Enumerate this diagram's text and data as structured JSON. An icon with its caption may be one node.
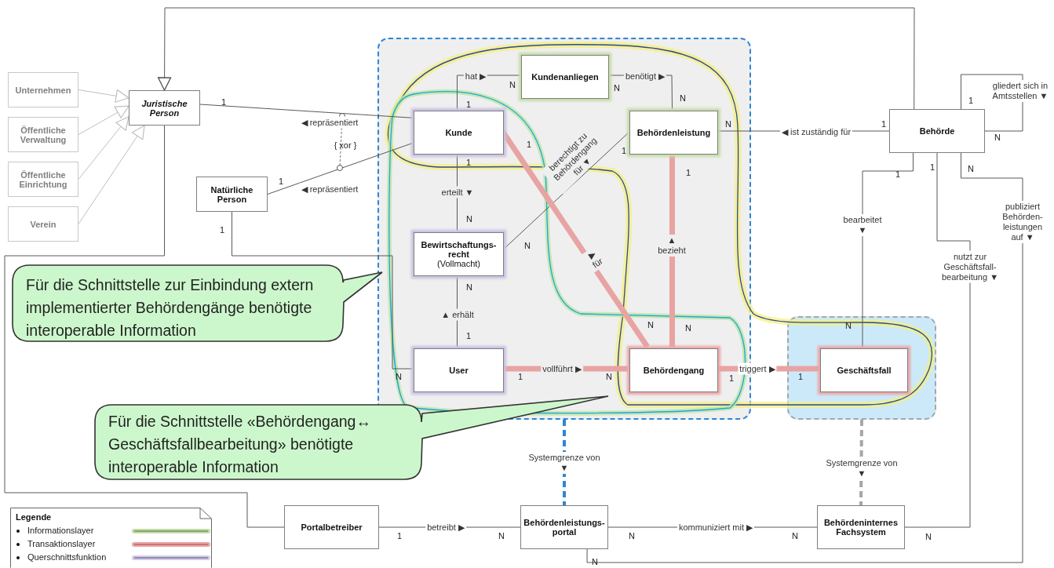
{
  "diagram": {
    "nodes": [
      {
        "text": [],
        "shape": "box"
      },
      {
        "text": [],
        "shape": "box"
      },
      {
        "text": [
          "Unternehmen"
        ]
      },
      {
        "text": [
          "Öffentliche Verwaltung"
        ]
      },
      {
        "text": [
          "Öffentliche Einrichtung"
        ]
      },
      {
        "text": [
          "Verein"
        ]
      },
      {
        "text": [
          "Juristische Person"
        ]
      },
      {
        "text": [
          "Natürliche Person"
        ]
      },
      {
        "text": [
          "Kunde"
        ],
        "in": 0
      },
      {
        "text": [
          "Kundenanliegen"
        ],
        "in": 0
      },
      {
        "text": [
          "Behördenleistung"
        ],
        "in": 0
      },
      {
        "text": [
          "Bewirtschaftungs- recht",
          "(Vollmacht)"
        ],
        "in": 0
      },
      {
        "text": [
          "User"
        ],
        "in": 0
      },
      {
        "text": [
          "Behördengang"
        ],
        "in": 0
      },
      {
        "text": [
          "Geschäftsfall"
        ],
        "in": 1
      },
      {
        "text": [
          "Behörde"
        ]
      },
      {
        "text": [
          "Portalbetreiber"
        ]
      },
      {
        "text": [
          "Behördenleistungs- portal"
        ]
      },
      {
        "text": [
          "Behördeninternes Fachsystem"
        ]
      },
      {
        "text": [
          "Für die Schnittstelle zur Einbindung extern implementierter Behördengänge benötigte interoperable Information"
        ]
      },
      {
        "text": [
          "Für die Schnittstelle «Behördengang↔ Geschäftsfallbearbeitung» benötigte interoperable Information"
        ]
      }
    ],
    "edges": [
      {
        "from": 2,
        "to": 6,
        "arrow": "to",
        "color": "#bfbfbf"
      },
      {
        "from": 3,
        "to": 6,
        "arrow": "to",
        "color": "#bfbfbf"
      },
      {
        "from": 4,
        "to": 6,
        "arrow": "to",
        "color": "#bfbfbf"
      },
      {
        "from": 5,
        "to": 6,
        "arrow": "to",
        "color": "#bfbfbf"
      },
      {
        "from": 15,
        "to": 6,
        "arrow": "to"
      },
      {
        "from": 6,
        "to": 16,
        "arrow": "none"
      },
      {
        "from": 6,
        "to": 8,
        "arrow": "none",
        "label": "◀ repräsentiert"
      },
      {
        "from": 7,
        "to": 8,
        "arrow": "none",
        "label": "◀ repräsentiert"
      },
      {
        "from": 8,
        "to": 9,
        "arrow": "none",
        "label": "hat ▶"
      },
      {
        "from": 9,
        "to": 10,
        "arrow": "none",
        "label": "benötigt ▶"
      },
      {
        "from": 10,
        "to": 15,
        "arrow": "none",
        "label": "◀ ist zuständig für"
      },
      {
        "from": 8,
        "to": 11,
        "arrow": "none",
        "label": "erteilt ▼"
      },
      {
        "from": 11,
        "to": 10,
        "arrow": "none",
        "label": "berechtigt zu Behördengang für ▼"
      },
      {
        "from": 8,
        "to": 13,
        "arrow": "none",
        "label": "▶ für",
        "style": "thick",
        "color": "#e8a3a3"
      },
      {
        "from": 10,
        "to": 13,
        "arrow": "none",
        "label": "▲ bezieht",
        "style": "thick",
        "color": "#e8a3a3"
      },
      {
        "from": 12,
        "to": 11,
        "arrow": "none",
        "label": "▲ erhält"
      },
      {
        "from": 12,
        "to": 13,
        "arrow": "none",
        "label": "vollführt ▶",
        "style": "thick",
        "color": "#e8a3a3"
      },
      {
        "from": 13,
        "to": 14,
        "arrow": "none",
        "label": "triggert ▶",
        "style": "thick",
        "color": "#e8a3a3"
      },
      {
        "from": 15,
        "to": 14,
        "arrow": "none",
        "label": "bearbeitet ▼"
      },
      {
        "from": 15,
        "to": 15,
        "arrow": "none",
        "label": "gliedert sich in Amtsstellen ▼"
      },
      {
        "from": 15,
        "to": 18,
        "arrow": "none",
        "label": "nutzt zur Geschäftsfall- bearbeitung ▼"
      },
      {
        "from": 15,
        "to": 17,
        "arrow": "none",
        "label": "publiziert Behörden- leistungen auf ▼"
      },
      {
        "from": 16,
        "to": 17,
        "arrow": "none",
        "label": "betreibt ▶"
      },
      {
        "from": 17,
        "to": 18,
        "arrow": "none",
        "label": "kommuniziert mit ▶"
      },
      {
        "from": 0,
        "to": 17,
        "arrow": "none",
        "label": "Systemgrenze von ▼",
        "style": "dashed",
        "color": "#2e86d4"
      },
      {
        "from": 1,
        "to": 18,
        "arrow": "none",
        "label": "Systemgrenze von ▼",
        "style": "dashed",
        "color": "#a6a6a6"
      },
      {
        "from": 7,
        "to": 12,
        "arrow": "none"
      }
    ],
    "labels": [
      "1",
      "1",
      "N",
      "N",
      "N",
      "1",
      "{ xor }",
      "1",
      "1",
      "N",
      "1",
      "N",
      "1",
      "1",
      "1",
      "1",
      "1",
      "N",
      "1",
      "N",
      "N",
      "N",
      "N",
      "N",
      "N",
      "1",
      "N",
      "1",
      "N",
      "1",
      "1",
      "1",
      "N",
      "N",
      "N",
      "N",
      "N",
      "Legende"
    ],
    "legend": [
      {
        "text": "Informationslayer"
      },
      {
        "text": "Transaktionslayer"
      },
      {
        "text": "Querschnittsfunktion"
      }
    ]
  }
}
